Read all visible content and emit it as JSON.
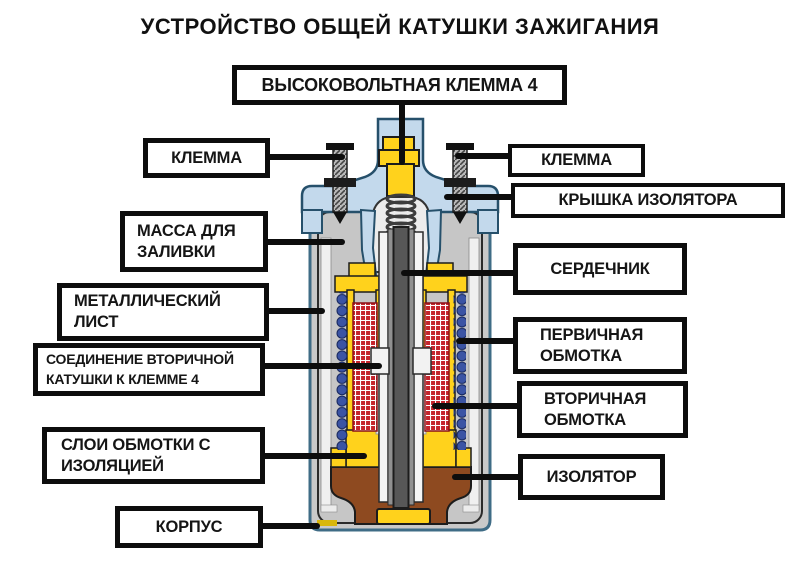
{
  "title": "УСТРОЙСТВО ОБЩЕЙ КАТУШКИ ЗАЖИГАНИЯ",
  "labels": {
    "high_voltage_terminal": "ВЫСОКОВОЛЬТНАЯ КЛЕММА 4",
    "terminal_left": "КЛЕММА",
    "terminal_right": "КЛЕММА",
    "insulator_cap": "КРЫШКА ИЗОЛЯТОРА",
    "filling_mass": [
      "МАССА ДЛЯ",
      "ЗАЛИВКИ"
    ],
    "core": "СЕРДЕЧНИК",
    "metal_sheet": [
      "МЕТАЛЛИЧЕСКИЙ",
      "ЛИСТ"
    ],
    "primary_winding": [
      "ПЕРВИЧНАЯ",
      "ОБМОТКА"
    ],
    "secondary_connection": [
      "СОЕДИНЕНИЕ ВТОРИЧНОЙ",
      "КАТУШКИ К КЛЕММЕ 4"
    ],
    "secondary_winding": [
      "ВТОРИЧНАЯ",
      "ОБМОТКА"
    ],
    "winding_layers": [
      "СЛОИ ОБМОТКИ С",
      "ИЗОЛЯЦИЕЙ"
    ],
    "insulator": "ИЗОЛЯТОР",
    "body_case": "КОРПУС"
  },
  "colors": {
    "cap": "#c3d9ec",
    "case": "#c9c9c9",
    "steel": "#3f6c86",
    "yellow": "#ffd21c",
    "red": "#c5242c",
    "wblue": "#3b54a4",
    "brown": "#8e4a20",
    "coredark": "#575757",
    "coremid": "#909090",
    "ink": "#111111"
  }
}
